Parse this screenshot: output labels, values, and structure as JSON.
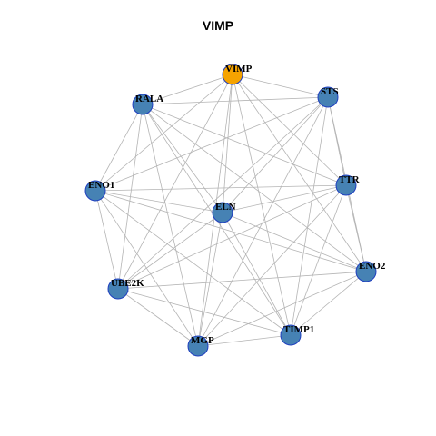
{
  "title": "VIMP",
  "colors": {
    "highlight": "#f5a300",
    "node": "#4682b4",
    "node_border": "#1f3fbf",
    "edge": "#b4b4b4"
  },
  "nodes": [
    {
      "id": "VIMP",
      "label": "VIMP",
      "highlight": true
    },
    {
      "id": "STS",
      "label": "STS"
    },
    {
      "id": "RALA",
      "label": "RALA"
    },
    {
      "id": "TTR",
      "label": "TTR"
    },
    {
      "id": "ENO1",
      "label": "ENO1"
    },
    {
      "id": "ELN",
      "label": "ELN"
    },
    {
      "id": "ENO2",
      "label": "ENO2"
    },
    {
      "id": "UBE2K",
      "label": "UBE2K"
    },
    {
      "id": "TIMP1",
      "label": "TIMP1"
    },
    {
      "id": "MGP",
      "label": "MGP"
    }
  ],
  "edges": [
    [
      "VIMP",
      "STS"
    ],
    [
      "VIMP",
      "RALA"
    ],
    [
      "VIMP",
      "TTR"
    ],
    [
      "VIMP",
      "ELN"
    ],
    [
      "VIMP",
      "UBE2K"
    ],
    [
      "VIMP",
      "MGP"
    ],
    [
      "VIMP",
      "TIMP1"
    ],
    [
      "VIMP",
      "ENO1"
    ],
    [
      "VIMP",
      "ENO2"
    ],
    [
      "STS",
      "RALA"
    ],
    [
      "STS",
      "ENO1"
    ],
    [
      "STS",
      "ELN"
    ],
    [
      "STS",
      "UBE2K"
    ],
    [
      "STS",
      "MGP"
    ],
    [
      "STS",
      "TIMP1"
    ],
    [
      "STS",
      "ENO2"
    ],
    [
      "STS",
      "TTR"
    ],
    [
      "RALA",
      "ENO1"
    ],
    [
      "RALA",
      "TTR"
    ],
    [
      "RALA",
      "ELN"
    ],
    [
      "RALA",
      "UBE2K"
    ],
    [
      "RALA",
      "MGP"
    ],
    [
      "RALA",
      "TIMP1"
    ],
    [
      "RALA",
      "ENO2"
    ],
    [
      "TTR",
      "ENO1"
    ],
    [
      "TTR",
      "UBE2K"
    ],
    [
      "TTR",
      "MGP"
    ],
    [
      "TTR",
      "TIMP1"
    ],
    [
      "TTR",
      "ENO2"
    ],
    [
      "TTR",
      "ELN"
    ],
    [
      "ENO1",
      "ELN"
    ],
    [
      "ENO1",
      "UBE2K"
    ],
    [
      "ENO1",
      "MGP"
    ],
    [
      "ENO1",
      "TIMP1"
    ],
    [
      "ENO1",
      "ENO2"
    ],
    [
      "ELN",
      "UBE2K"
    ],
    [
      "ELN",
      "MGP"
    ],
    [
      "ELN",
      "TIMP1"
    ],
    [
      "ELN",
      "ENO2"
    ],
    [
      "ENO2",
      "UBE2K"
    ],
    [
      "ENO2",
      "MGP"
    ],
    [
      "ENO2",
      "TIMP1"
    ],
    [
      "UBE2K",
      "MGP"
    ],
    [
      "UBE2K",
      "TIMP1"
    ],
    [
      "MGP",
      "TIMP1"
    ]
  ]
}
